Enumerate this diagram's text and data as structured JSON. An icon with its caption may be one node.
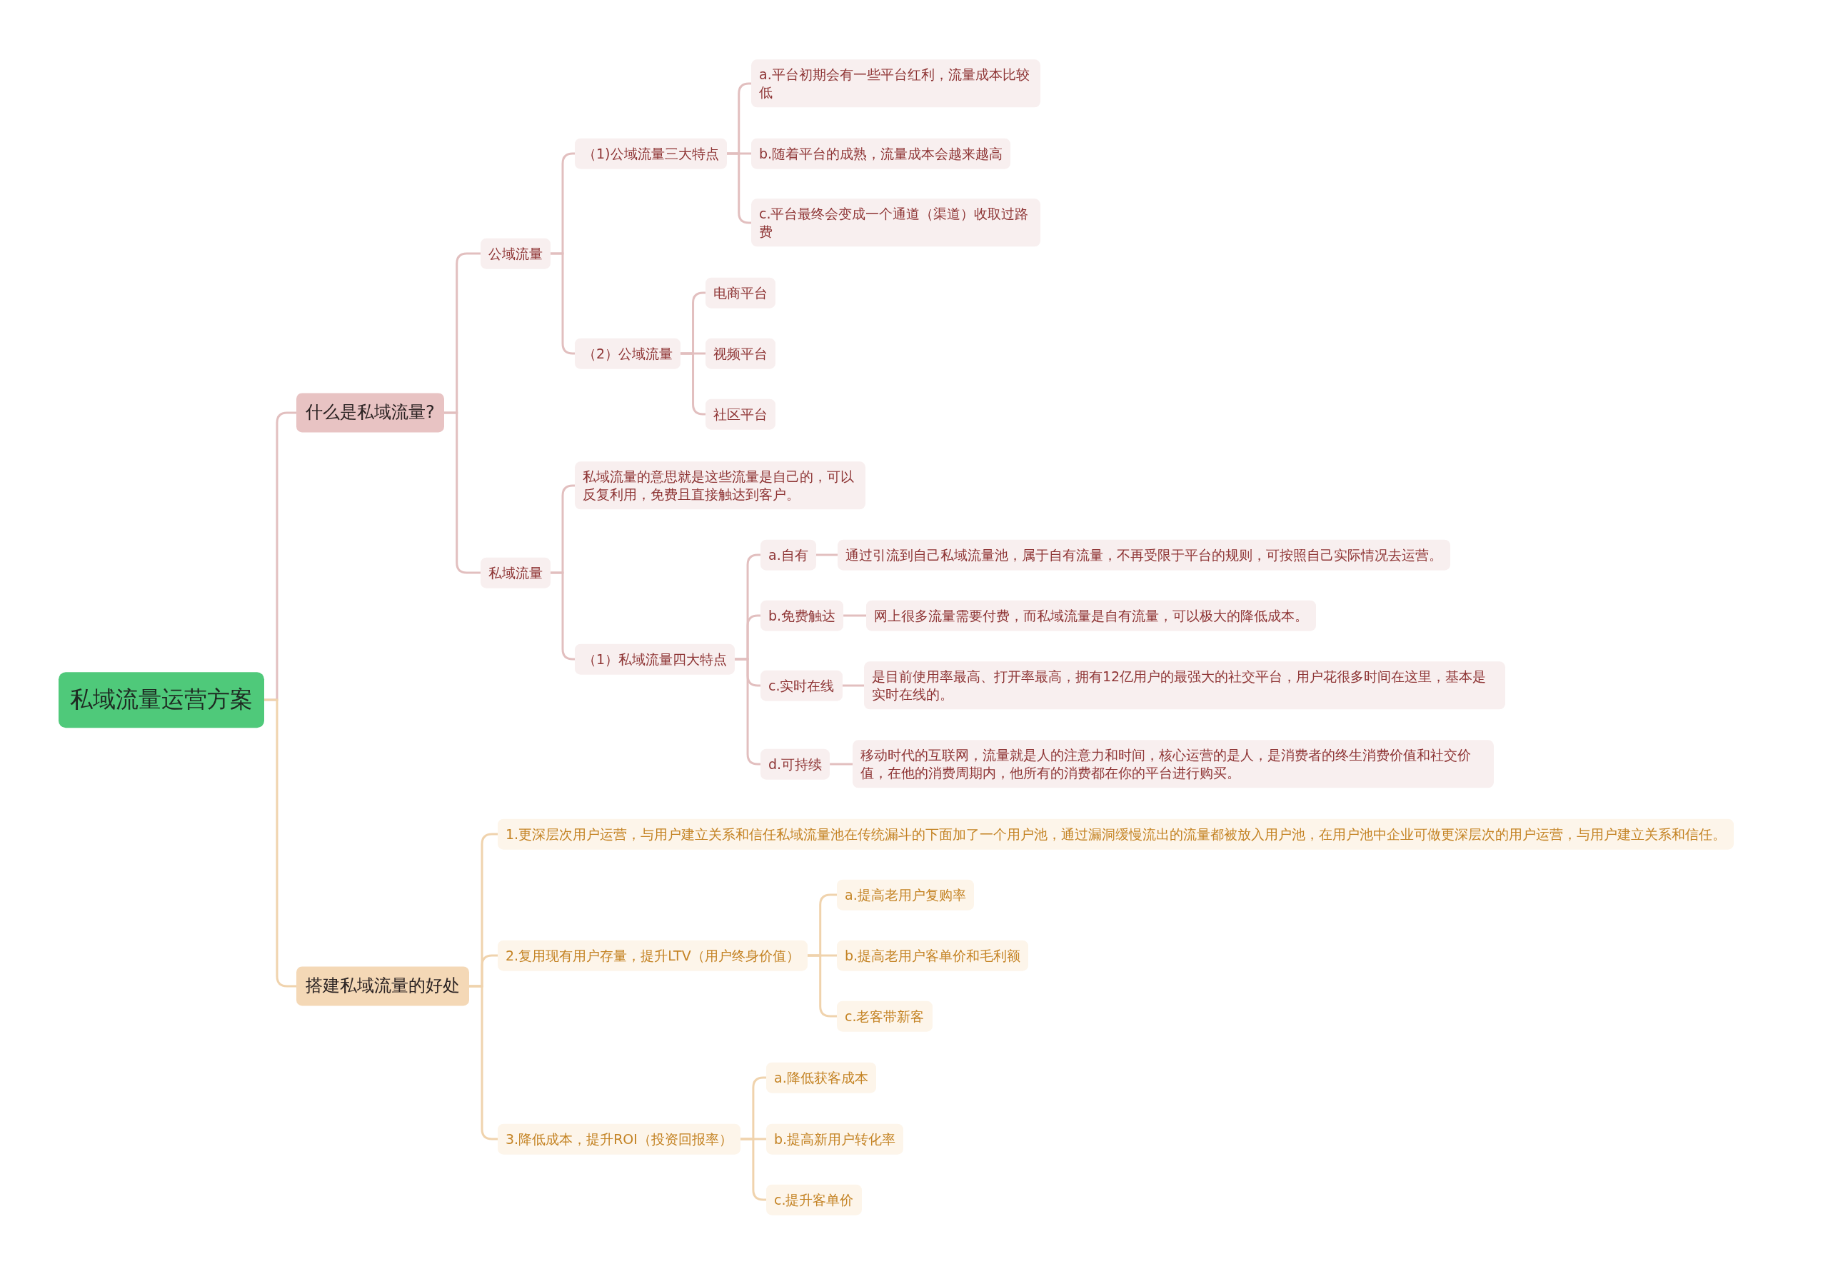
{
  "diagram": {
    "nodes": [
      {
        "text": [
          "私域流量运营方案"
        ]
      },
      {
        "text": [
          "什么是私域流量?"
        ]
      },
      {
        "text": [
          "公域流量"
        ]
      },
      {
        "text": [
          "（1)公域流量三大特点"
        ]
      },
      {
        "text": [
          "a.平台初期会有一些平台红利，流量成本比较低"
        ]
      },
      {
        "text": [
          "b.随着平台的成熟，流量成本会越来越高"
        ]
      },
      {
        "text": [
          "c.平台最终会变成一个通道（渠道）收取过路费"
        ]
      },
      {
        "text": [
          "（2）公域流量"
        ]
      },
      {
        "text": [
          "电商平台"
        ]
      },
      {
        "text": [
          "视频平台"
        ]
      },
      {
        "text": [
          "社区平台"
        ]
      },
      {
        "text": [
          "私域流量"
        ]
      },
      {
        "text": [
          "私域流量的意思就是这些流量是自己的，可以反复利用，免费且直接触达到客户。"
        ]
      },
      {
        "text": [
          "（1）私域流量四大特点"
        ]
      },
      {
        "text": [
          "a.自有"
        ]
      },
      {
        "text": [
          "通过引流到自己私域流量池，属于自有流量，不再受限于平台的规则，可按照自己实际情况去运营。"
        ]
      },
      {
        "text": [
          "b.免费触达"
        ]
      },
      {
        "text": [
          "网上很多流量需要付费，而私域流量是自有流量，可以极大的降低成本。"
        ]
      },
      {
        "text": [
          "c.实时在线"
        ]
      },
      {
        "text": [
          "是目前使用率最高、打开率最高，拥有12亿用户的最强大的社交平台，用户花很多时间在这里，基本是实时在线的。"
        ]
      },
      {
        "text": [
          "d.可持续"
        ]
      },
      {
        "text": [
          "移动时代的互联网，流量就是人的注意力和时间，核心运营的是人，是消费者的终生消费价值和社交价值，在他的消费周期内，他所有的消费都在你的平台进行购买。"
        ]
      },
      {
        "text": [
          "搭建私域流量的好处"
        ]
      },
      {
        "text": [
          "1.更深层次用户运营，与用户建立关系和信任私域流量池在传统漏斗的下面加了一个用户池，通过漏洞缓慢流出的流量都被放入用户池，在用户池中企业可做更深层次的用户运营，与用户建立关系和信任。"
        ]
      },
      {
        "text": [
          "2.复用现有用户存量，提升LTV（用户终身价值）"
        ]
      },
      {
        "text": [
          "a.提高老用户复购率"
        ]
      },
      {
        "text": [
          "b.提高老用户客单价和毛利额"
        ]
      },
      {
        "text": [
          "c.老客带新客"
        ]
      },
      {
        "text": [
          "3.降低成本，提升ROI（投资回报率）"
        ]
      },
      {
        "text": [
          "a.降低获客成本"
        ]
      },
      {
        "text": [
          "b.提高新用户转化率"
        ]
      },
      {
        "text": [
          "c.提升客单价"
        ]
      }
    ],
    "edges": [
      {
        "from": 0,
        "to": 1,
        "arrow": "none"
      },
      {
        "from": 1,
        "to": 2,
        "arrow": "none"
      },
      {
        "from": 2,
        "to": 3,
        "arrow": "none"
      },
      {
        "from": 3,
        "to": 4,
        "arrow": "none"
      },
      {
        "from": 3,
        "to": 5,
        "arrow": "none"
      },
      {
        "from": 3,
        "to": 6,
        "arrow": "none"
      },
      {
        "from": 2,
        "to": 7,
        "arrow": "none"
      },
      {
        "from": 7,
        "to": 8,
        "arrow": "none"
      },
      {
        "from": 7,
        "to": 9,
        "arrow": "none"
      },
      {
        "from": 7,
        "to": 10,
        "arrow": "none"
      },
      {
        "from": 1,
        "to": 11,
        "arrow": "none"
      },
      {
        "from": 11,
        "to": 12,
        "arrow": "none"
      },
      {
        "from": 11,
        "to": 13,
        "arrow": "none"
      },
      {
        "from": 13,
        "to": 14,
        "arrow": "none"
      },
      {
        "from": 14,
        "to": 15,
        "arrow": "none"
      },
      {
        "from": 13,
        "to": 16,
        "arrow": "none"
      },
      {
        "from": 16,
        "to": 17,
        "arrow": "none"
      },
      {
        "from": 13,
        "to": 18,
        "arrow": "none"
      },
      {
        "from": 18,
        "to": 19,
        "arrow": "none"
      },
      {
        "from": 13,
        "to": 20,
        "arrow": "none"
      },
      {
        "from": 20,
        "to": 21,
        "arrow": "none"
      },
      {
        "from": 0,
        "to": 22,
        "arrow": "none",
        "color": "#f0d3ad"
      },
      {
        "from": 22,
        "to": 23,
        "arrow": "none",
        "color": "#f0d3ad"
      },
      {
        "from": 22,
        "to": 24,
        "arrow": "none",
        "color": "#f0d3ad"
      },
      {
        "from": 24,
        "to": 25,
        "arrow": "none",
        "color": "#f0d3ad"
      },
      {
        "from": 24,
        "to": 26,
        "arrow": "none",
        "color": "#f0d3ad"
      },
      {
        "from": 24,
        "to": 27,
        "arrow": "none",
        "color": "#f0d3ad"
      },
      {
        "from": 22,
        "to": 28,
        "arrow": "none",
        "color": "#f0d3ad"
      },
      {
        "from": 28,
        "to": 29,
        "arrow": "none",
        "color": "#f0d3ad"
      },
      {
        "from": 28,
        "to": 30,
        "arrow": "none",
        "color": "#f0d3ad"
      },
      {
        "from": 28,
        "to": 31,
        "arrow": "none",
        "color": "#f0d3ad"
      }
    ]
  }
}
